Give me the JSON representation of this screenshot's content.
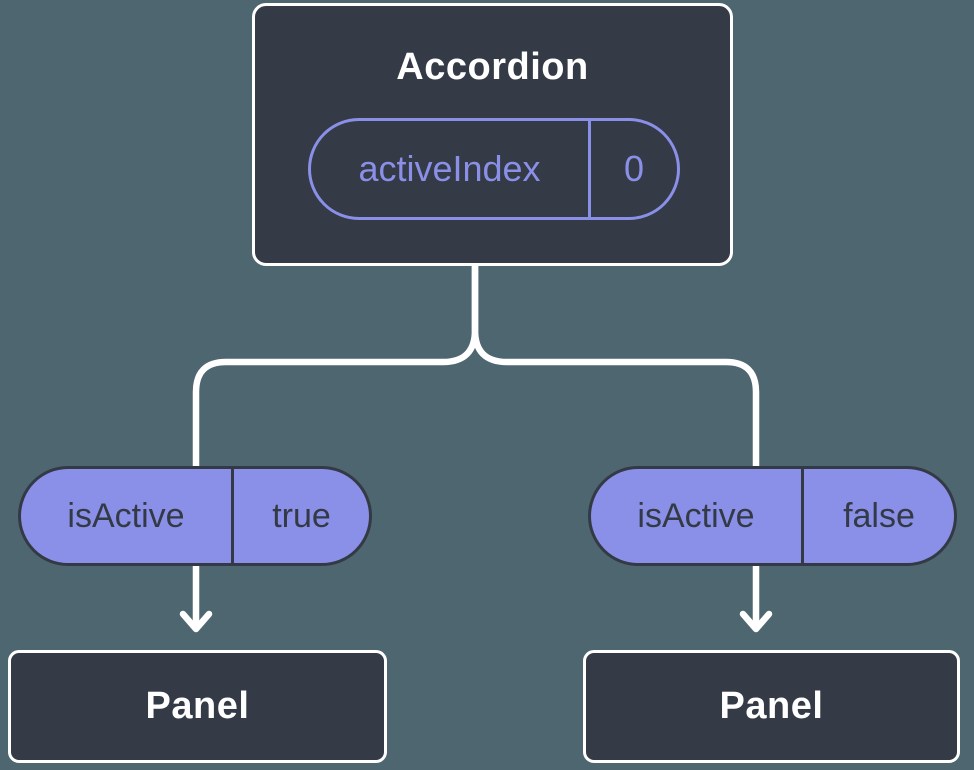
{
  "diagram": {
    "colors": {
      "background": "#4d6670",
      "node_fill": "#343a46",
      "node_border": "#ffffff",
      "accent_purple": "#8a90e8",
      "dark_text": "#333a45",
      "connector": "#ffffff"
    },
    "root_node": {
      "title": "Accordion",
      "state_pill": {
        "name": "activeIndex",
        "value": "0"
      }
    },
    "prop_pills": [
      {
        "name": "isActive",
        "value": "true"
      },
      {
        "name": "isActive",
        "value": "false"
      }
    ],
    "child_nodes": [
      {
        "title": "Panel"
      },
      {
        "title": "Panel"
      }
    ]
  }
}
